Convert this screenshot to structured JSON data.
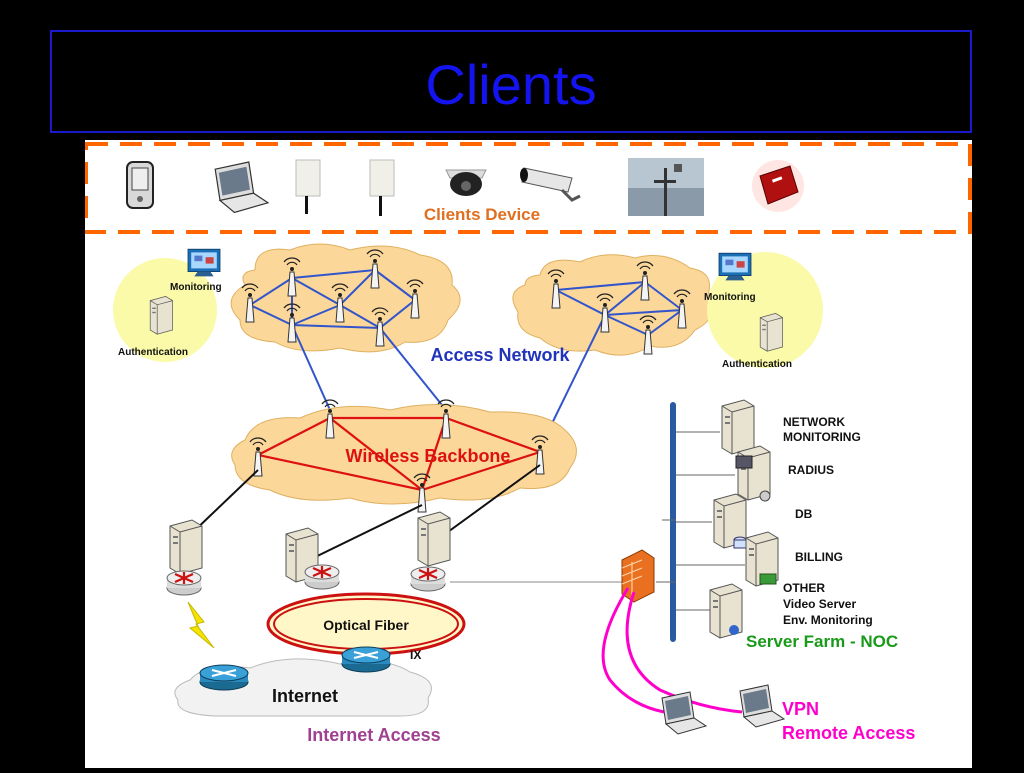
{
  "slide": {
    "title": "Clients"
  },
  "clients": {
    "label": "Clients Device"
  },
  "access": {
    "label": "Access Network",
    "left_monitoring": "Monitoring",
    "left_authentication": "Authentication",
    "right_monitoring": "Monitoring",
    "right_authentication": "Authentication"
  },
  "backbone": {
    "label": "Wireless Backbone"
  },
  "internet": {
    "optical_fiber": "Optical Fiber",
    "ix": "IX",
    "internet": "Internet",
    "caption": "Internet Access"
  },
  "server_farm": {
    "network_monitoring_1": "NETWORK",
    "network_monitoring_2": "MONITORING",
    "radius": "RADIUS",
    "db": "DB",
    "billing": "BILLING",
    "other_1": "OTHER",
    "other_2": "Video Server",
    "other_3": "Env. Monitoring",
    "caption": "Server Farm - NOC"
  },
  "vpn": {
    "line1": "VPN",
    "line2": "Remote Access"
  },
  "colors": {
    "title": "#1414f0",
    "dash_border": "#ff6600",
    "clients_label": "#e07020",
    "access_line": "#3355cc",
    "backbone_line": "#dd1111",
    "cloud_fill": "#fbd89a",
    "server_farm_label": "#1a9a1a",
    "vpn_label": "#ff00cc",
    "internet_caption": "#a04090"
  }
}
